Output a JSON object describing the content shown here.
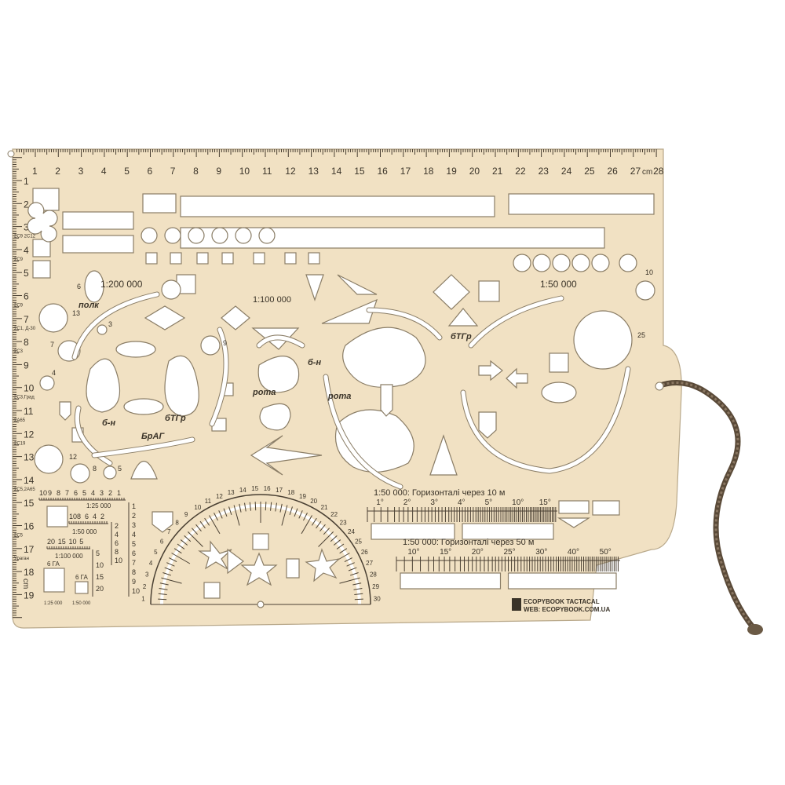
{
  "product": {
    "brand": "ECOPYBOOK TACTACAL",
    "website": "WEB: ECOPYBOOK.COM.UA",
    "colors": {
      "board": "#f1e1c3",
      "cutout": "#ffffff",
      "print": "#3a3328",
      "cord": "#6b5a45"
    }
  },
  "rulers": {
    "top_unit": "cm",
    "top_numbers": [
      "1",
      "2",
      "3",
      "4",
      "5",
      "6",
      "7",
      "8",
      "9",
      "10",
      "11",
      "12",
      "13",
      "14",
      "15",
      "16",
      "17",
      "18",
      "19",
      "20",
      "21",
      "22",
      "23",
      "24",
      "25",
      "26",
      "27",
      "28"
    ],
    "left_numbers": [
      "1",
      "2",
      "3",
      "4",
      "5",
      "6",
      "7",
      "8",
      "9",
      "10",
      "11",
      "12",
      "13",
      "14",
      "15",
      "16",
      "17",
      "18",
      "19"
    ],
    "left_unit": "cm",
    "left_side_labels": [
      "2C9 2C12",
      "2C9",
      "2C9",
      "2C1, Д-30",
      "2C3",
      "2C3,Град",
      "2А65",
      "2C19",
      "2C5,2А65",
      "2C5",
      "Ураган"
    ]
  },
  "scale_labels": {
    "s200k": "1:200 000",
    "s100k": "1:100 000",
    "s50k": "1:50 000"
  },
  "unit_labels": {
    "polk": "полк",
    "bn1": "б-н",
    "btgr1": "бТГр",
    "brag": "БрАГ",
    "rota1": "рота",
    "bn2": "б-н",
    "rota2": "рота",
    "btgr2": "бТГр"
  },
  "circle_numbers": [
    "6",
    "13",
    "3",
    "7",
    "4",
    "9",
    "12",
    "8",
    "5",
    "10",
    "25"
  ],
  "small_scales": {
    "s25k": {
      "label": "1:25 000",
      "ticks": [
        "10",
        "9",
        "8",
        "7",
        "6",
        "5",
        "4",
        "3",
        "2",
        "1"
      ]
    },
    "s50k": {
      "label": "1:50 000",
      "ticks": [
        "10",
        "8",
        "6",
        "4",
        "2"
      ]
    },
    "s100k": {
      "label": "1:100 000",
      "ticks": [
        "20",
        "15",
        "10",
        "5"
      ]
    },
    "vert1": [
      "1",
      "2",
      "3",
      "4",
      "5",
      "6",
      "7",
      "8",
      "9",
      "10"
    ],
    "vert2": [
      "2",
      "4",
      "6",
      "8",
      "10"
    ],
    "vert3": [
      "5",
      "10",
      "15",
      "20"
    ],
    "box1_title": "6 ГА",
    "box1_scale": "1:25 000",
    "box2_title": "6 ГА",
    "box2_scale": "1:50 000"
  },
  "slope_scales": [
    {
      "title": "1:50 000: Горизонталі через 10 м",
      "ticks": [
        "1°",
        "2°",
        "3°",
        "4°",
        "5°",
        "10°",
        "15°"
      ]
    },
    {
      "title": "1:50 000: Горизонталі через 50 м",
      "ticks": [
        "10°",
        "15°",
        "20°",
        "25°",
        "30°",
        "40°",
        "50°"
      ]
    }
  ],
  "protractor": {
    "outer_numbers": [
      "1",
      "2",
      "3",
      "4",
      "5",
      "6",
      "7",
      "8",
      "9",
      "10",
      "11",
      "12",
      "13",
      "14",
      "15",
      "16",
      "17",
      "18",
      "19",
      "20",
      "21",
      "22",
      "23",
      "24",
      "25",
      "26",
      "27",
      "28",
      "29",
      "30"
    ]
  }
}
